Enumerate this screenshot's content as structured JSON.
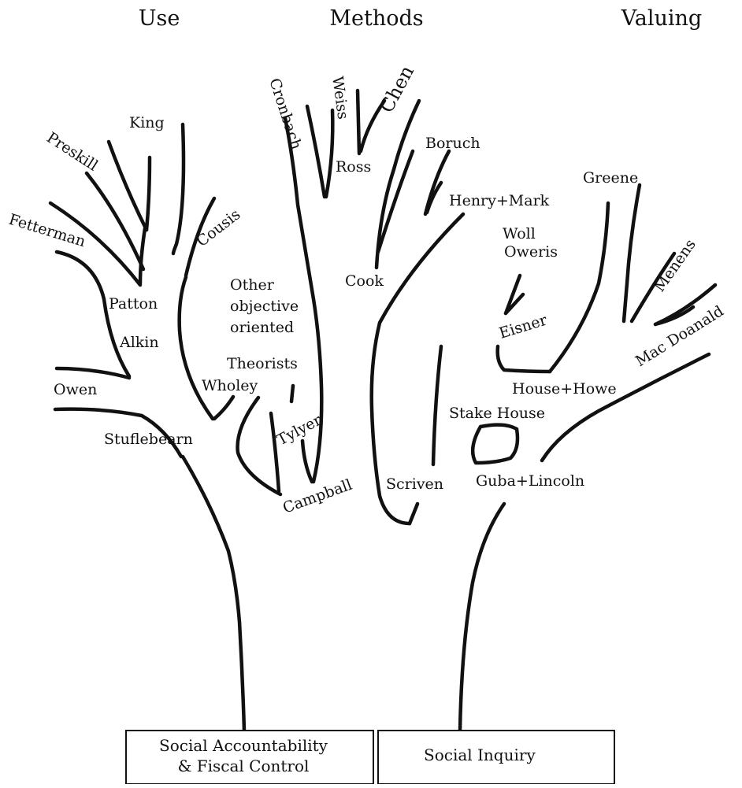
{
  "headers": {
    "use": "Use",
    "methods": "Methods",
    "valuing": "Valuing"
  },
  "labels": {
    "king": "King",
    "preskill": "Preskill",
    "cousis": "Cousis",
    "fetterman": "Fetterman",
    "patton": "Patton",
    "alkin": "Alkin",
    "owen": "Owen",
    "wholey": "Wholey",
    "stuflebearn": "Stuflebearn",
    "other_line1": "Other",
    "other_line2": "objective",
    "other_line3": "oriented",
    "theorists": "Theorists",
    "tylyer": "Tylyer",
    "campball": "Campball",
    "cronbach": "Cronbach",
    "weiss": "Weiss",
    "chen": "Chen",
    "ross": "Ross",
    "boruch": "Boruch",
    "henry_mark": "Henry+Mark",
    "cook": "Cook",
    "scriven": "Scriven",
    "woll": "Woll",
    "oweris": "Oweris",
    "eisner": "Eisner",
    "greene": "Greene",
    "menens": "Menens",
    "mac_doanald": "Mac Doanald",
    "house_howe": "House+Howe",
    "stake_house": "Stake House",
    "guba_lincoln": "Guba+Lincoln"
  },
  "roots": {
    "left_line1": "Social Accountability",
    "left_line2": "& Fiscal Control",
    "right": "Social Inquiry"
  }
}
